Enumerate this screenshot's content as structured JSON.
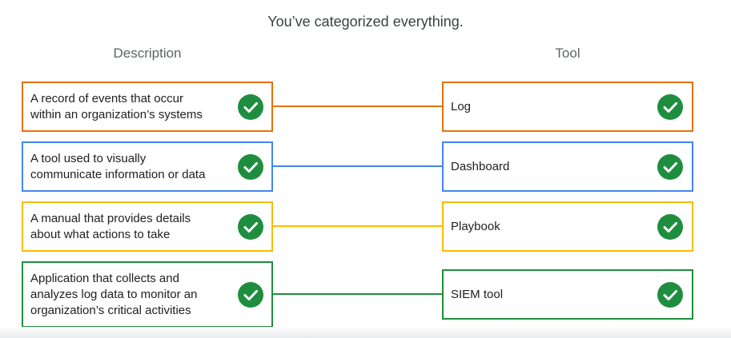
{
  "header": {
    "title": "You’ve categorized everything."
  },
  "columns": {
    "description": "Description",
    "tool": "Tool"
  },
  "pairs": [
    {
      "description": "A record of events that occur\nwithin an organization’s systems",
      "tool": "Log",
      "color": "#e8710a"
    },
    {
      "description": "A tool used to visually\ncommunicate information or data",
      "tool": "Dashboard",
      "color": "#4285f4"
    },
    {
      "description": "A manual that provides details\nabout what actions to take",
      "tool": "Playbook",
      "color": "#fbbc04"
    },
    {
      "description": "Application that collects and\nanalyzes log data to monitor an\norganization’s critical activities",
      "tool": "SIEM tool",
      "color": "#1e8e3e"
    }
  ],
  "icons": {
    "status": "check-circle-icon",
    "status_color": "#1e8e3e"
  }
}
